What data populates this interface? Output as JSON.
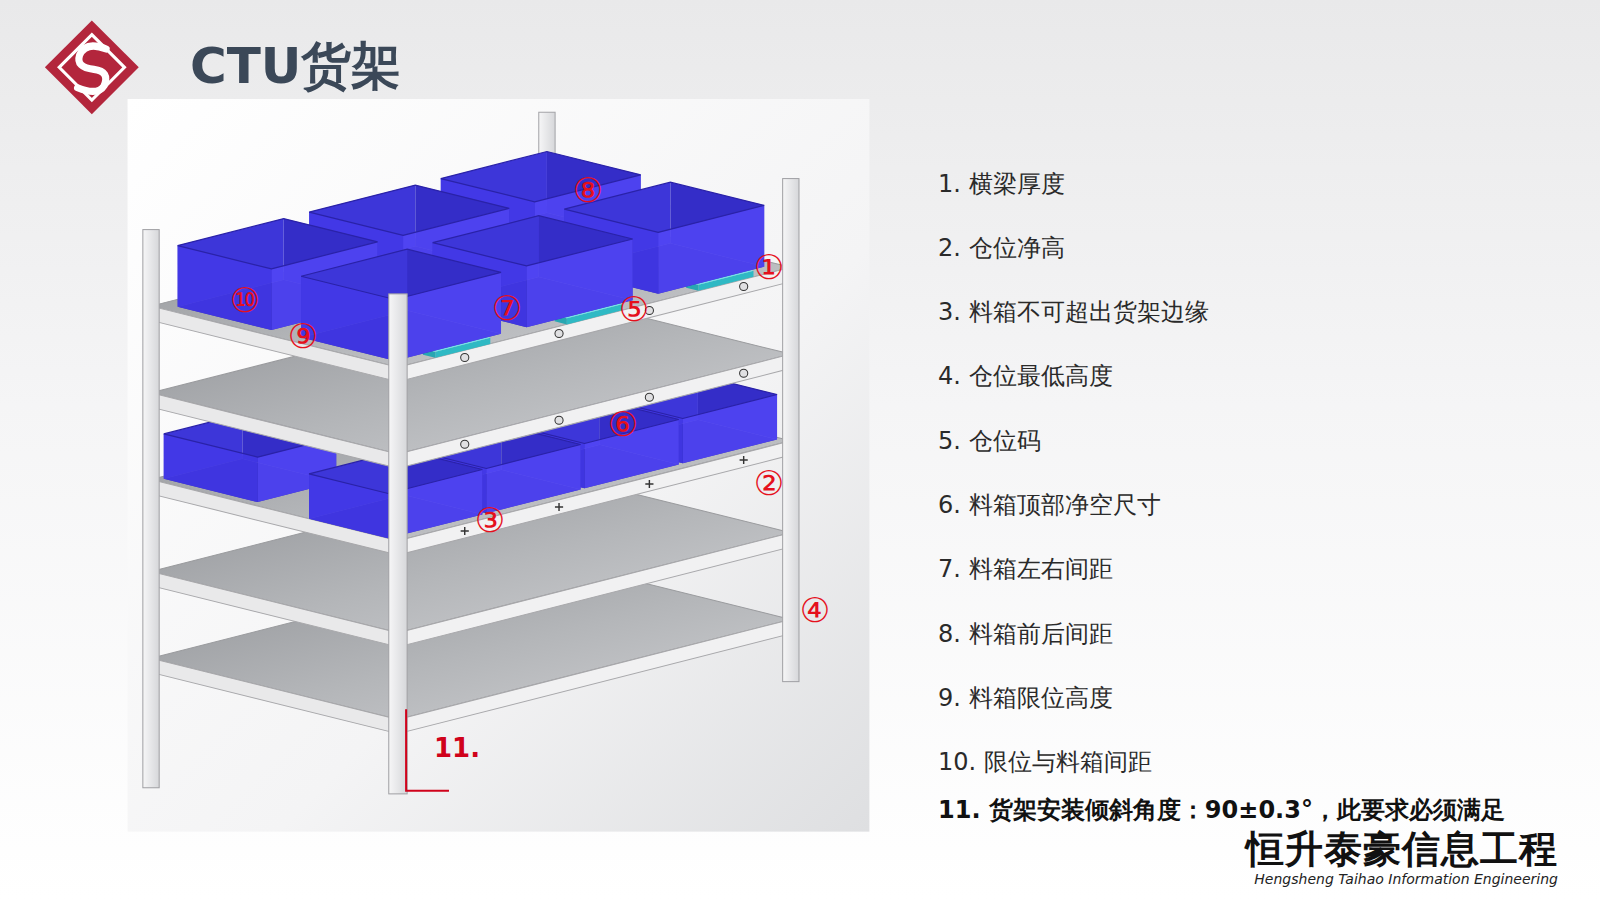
{
  "diagram": {
    "title": "CTU货架",
    "labels": [
      "①",
      "②",
      "③",
      "④",
      "⑤",
      "⑥",
      "⑦",
      "⑧",
      "⑨",
      "⑩",
      "11.",
      "1. 横梁厚度",
      "2. 仓位净高",
      "3. 料箱不可超出货架边缘",
      "4. 仓位最低高度",
      "5. 仓位码",
      "6. 料箱顶部净空尺寸",
      "7. 料箱左右间距",
      "8. 料箱前后间距",
      "9. 料箱限位高度",
      "10. 限位与料箱间距",
      "11. 货架安装倾斜角度：90±0.3°，此要求必须满足",
      "恒升泰豪信息工程",
      "Hengsheng Taihao Information Engineering"
    ]
  }
}
